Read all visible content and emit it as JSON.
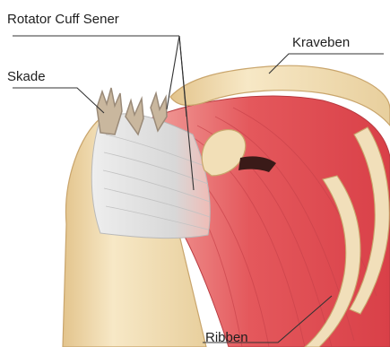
{
  "labels": {
    "rotator_cuff": "Rotator Cuff Sener",
    "kraveben": "Kraveben",
    "skade": "Skade",
    "ribben": "Ribben"
  },
  "colors": {
    "bone": "#f0dcb0",
    "bone_shadow": "#d9b883",
    "muscle": "#df4d55",
    "muscle_light": "#f08a86",
    "tendon": "#dedede",
    "leader_line": "#333333",
    "text": "#1e1e1e"
  }
}
